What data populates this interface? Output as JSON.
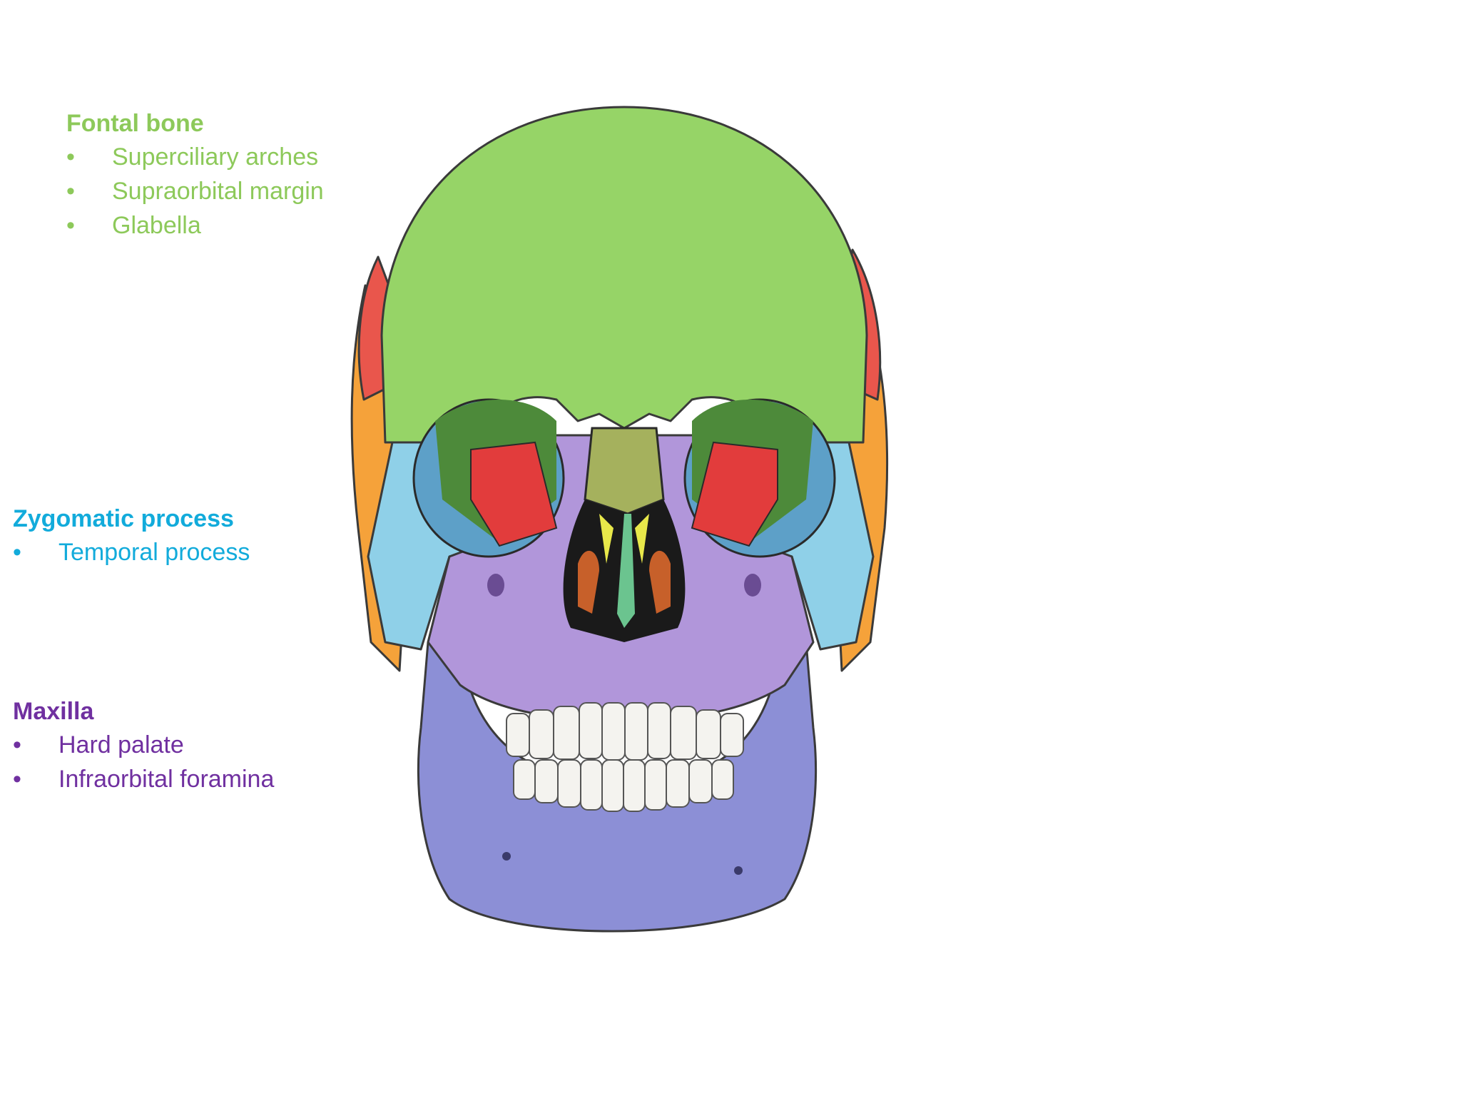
{
  "labels": {
    "frontal": {
      "title": "Fontal bone",
      "items": [
        "Superciliary arches",
        "Supraorbital margin",
        "Glabella"
      ]
    },
    "zygomatic": {
      "title": "Zygomatic process",
      "items": [
        "Temporal process"
      ]
    },
    "maxilla": {
      "title": "Maxilla",
      "items": [
        "Hard palate",
        "Infraorbital foramina"
      ]
    }
  },
  "colors": {
    "frontal": "#8dc95a",
    "zygomatic": "#12abdb",
    "maxilla": "#7030a0",
    "frontal_bone": "#96d467",
    "parietal_bone": "#e9564c",
    "temporal_bone": "#f5a23a",
    "zygomatic_bone": "#8fd0e8",
    "maxilla_bone": "#b196da",
    "mandible_bone": "#8c8fd6",
    "nasal_bone": "#a5b15d",
    "sphenoid_bone": "#e23c3c",
    "teeth": "#f4f3ef"
  }
}
